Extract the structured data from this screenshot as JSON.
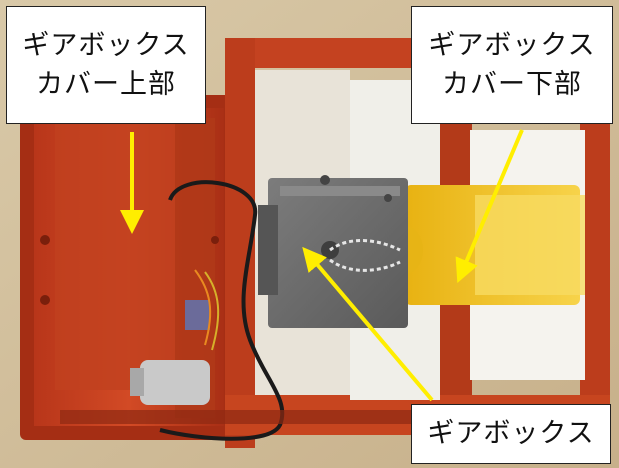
{
  "labels": {
    "upper_cover": {
      "line1": "ギアボックス",
      "line2": "カバー上部"
    },
    "lower_cover": {
      "line1": "ギアボックス",
      "line2": "カバー下部"
    },
    "gearbox": {
      "line1": "ギアボックス"
    }
  },
  "colors": {
    "arrow": "#ffee00",
    "frame_red": "#c8401f",
    "gearbox_gray": "#6e6e6e",
    "yellow_part": "#f2c21a",
    "callout_bg": "#ffffff",
    "callout_border": "#222222"
  }
}
